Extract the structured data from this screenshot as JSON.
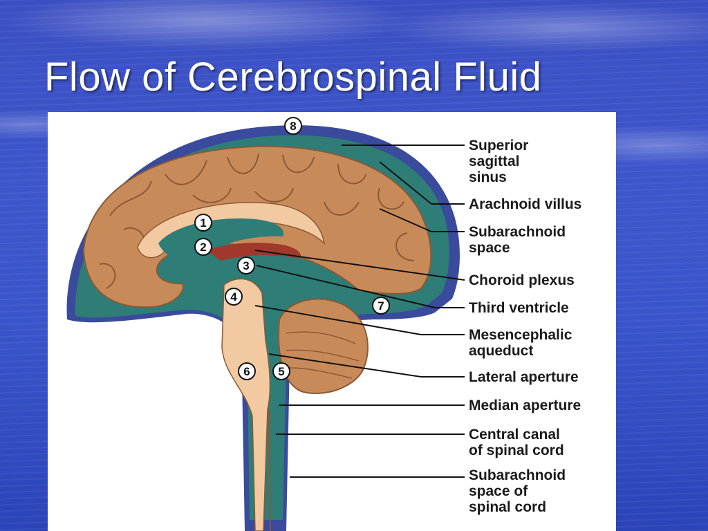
{
  "title": "Flow of Cerebrospinal Fluid",
  "markers": [
    "1",
    "2",
    "3",
    "4",
    "5",
    "6",
    "7",
    "8"
  ],
  "labels": {
    "superior_sagittal_sinus": [
      "Superior",
      "sagittal",
      "sinus"
    ],
    "arachnoid_villus": [
      "Arachnoid villus"
    ],
    "subarachnoid_space": [
      "Subarachnoid",
      "space"
    ],
    "choroid_plexus": [
      "Choroid plexus"
    ],
    "third_ventricle": [
      "Third ventricle"
    ],
    "mesencephalic_aqueduct": [
      "Mesencephalic",
      "aqueduct"
    ],
    "lateral_aperture": [
      "Lateral aperture"
    ],
    "median_aperture": [
      "Median aperture"
    ],
    "central_canal": [
      "Central canal",
      "of spinal cord"
    ],
    "subarachnoid_space_spinal": [
      "Subarachnoid",
      "space of",
      "spinal cord"
    ]
  },
  "colors": {
    "csf_space": "#2e7d76",
    "dura_blue": "#3a4a9c",
    "brain_tan": "#c98a5a",
    "white_matter": "#f2c9a0",
    "choroid_red": "#a0392b"
  }
}
